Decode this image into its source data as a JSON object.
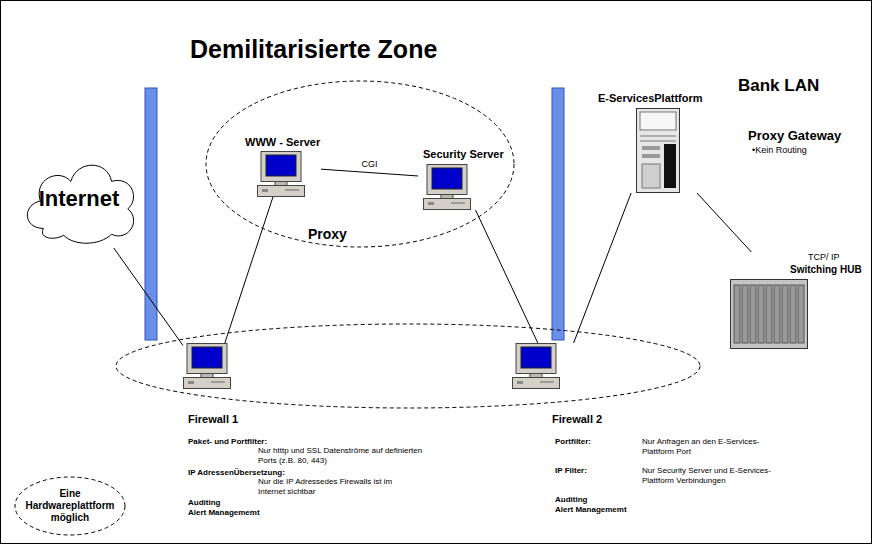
{
  "diagram": {
    "title": "Demilitarisierte Zone",
    "nodes": [
      {
        "text": [
          "Internet"
        ]
      },
      {
        "text": [
          "Proxy"
        ]
      },
      {
        "text": [
          "WWW - Server"
        ],
        "in": 1
      },
      {
        "text": [
          "Security Server"
        ],
        "in": 1
      },
      {
        "text": [
          "Firewall 1"
        ]
      },
      {
        "text": [
          "Firewall 2"
        ]
      },
      {
        "text": [
          "E-ServicesPlattform"
        ]
      },
      {
        "text": [
          "TCP/ IP",
          "Switching HUB"
        ]
      },
      {
        "text": [
          "Eine Hardwareplattform möglich"
        ]
      }
    ],
    "edges": [
      {
        "from": 0,
        "to": 4,
        "arrow": "none"
      },
      {
        "from": 4,
        "to": 2,
        "arrow": "none"
      },
      {
        "from": 2,
        "to": 3,
        "label": "CGI",
        "arrow": "none"
      },
      {
        "from": 3,
        "to": 5,
        "arrow": "none"
      },
      {
        "from": 5,
        "to": 6,
        "arrow": "none"
      },
      {
        "from": 6,
        "to": 7,
        "arrow": "none"
      }
    ],
    "labels": [
      "Bank LAN",
      "Paket- und Portfilter:",
      "Nur htttp und SSL Datenströme auf definierten Ports (z.B. 80, 443)",
      "IP AdressenÜbersetzung:",
      "Nur die IP Adressedes Firewalls ist im Internet sichtbar",
      "Auditing",
      "Alert Managememt",
      "Portfilter:",
      "Nur Anfragen an den E-Services-Plattform Port",
      "IP Filter:",
      "Nur Security Server und E-Services-Plattform Verbindungen",
      "Auditing",
      "Alert Managememt",
      "Proxy Gateway",
      "•Kein Routing"
    ]
  }
}
